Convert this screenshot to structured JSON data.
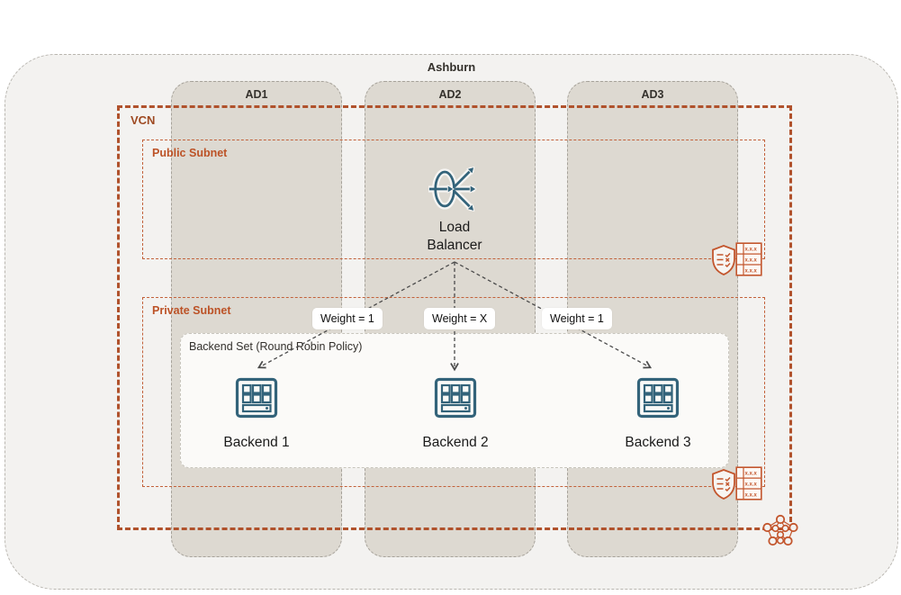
{
  "region": {
    "label": "Ashburn"
  },
  "availability_domains": [
    {
      "label": "AD1"
    },
    {
      "label": "AD2"
    },
    {
      "label": "AD3"
    }
  ],
  "vcn": {
    "label": "VCN"
  },
  "public_subnet": {
    "label": "Public Subnet"
  },
  "private_subnet": {
    "label": "Private Subnet"
  },
  "load_balancer": {
    "label": "Load Balancer"
  },
  "backend_set": {
    "label": "Backend Set (Round Robin Policy)",
    "policy": "Round Robin"
  },
  "weights": [
    {
      "label": "Weight = 1"
    },
    {
      "label": "Weight = X"
    },
    {
      "label": "Weight = 1"
    }
  ],
  "backends": [
    {
      "label": "Backend 1"
    },
    {
      "label": "Backend 2"
    },
    {
      "label": "Backend 3"
    }
  ],
  "route_table": {
    "row_text": "x.x.x"
  },
  "icons": {
    "load_balancer": "load-balancer-icon",
    "compute": "compute-instance-icon",
    "security_list": "security-list-icon",
    "route_table": "route-table-icon",
    "vcn_network": "vcn-icon"
  },
  "colors": {
    "vcn_border": "#b0522c",
    "subnet_border": "#c2613a",
    "subnet_text": "#bc5226",
    "teal": "#33637a",
    "orange_icon": "#c3562d",
    "region_fill": "#f3f2f0",
    "ad_fill": "#ddd9d1",
    "panel_fill": "#fbfaf8"
  }
}
